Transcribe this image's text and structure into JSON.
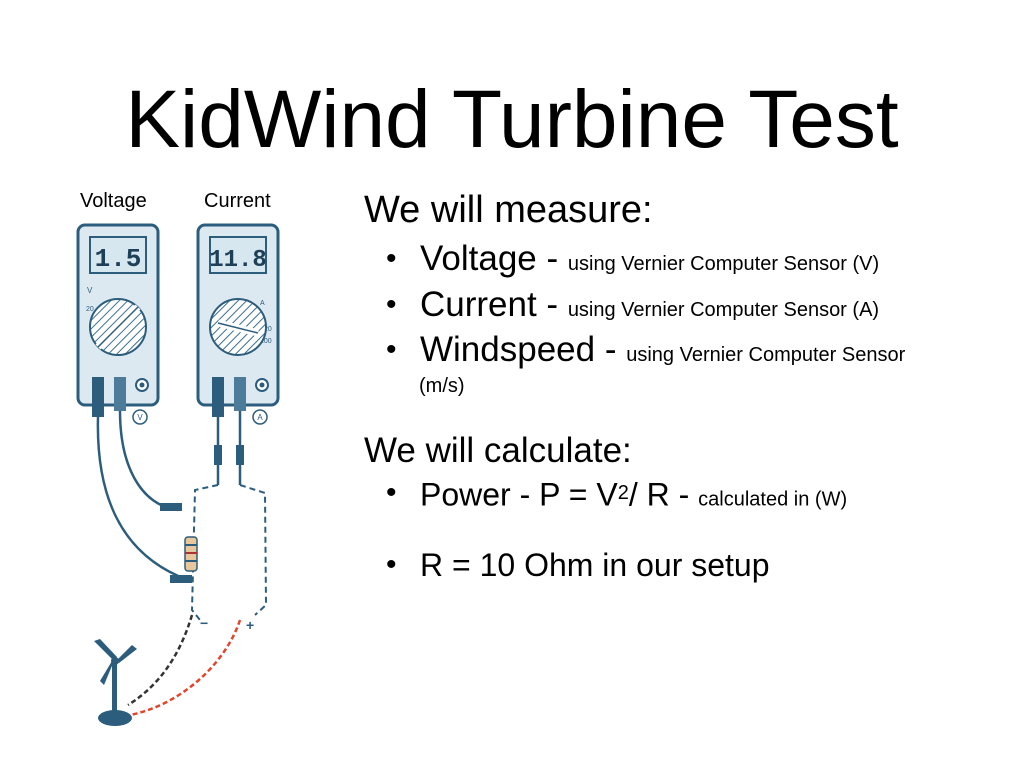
{
  "title": "KidWind Turbine Test",
  "labels": {
    "voltage": "Voltage",
    "current": "Current"
  },
  "meters": [
    {
      "display": "1.5",
      "jack": "V"
    },
    {
      "display": "11.8",
      "jack": "A"
    }
  ],
  "circuit": {
    "minus": "−",
    "plus": "+"
  },
  "measure": {
    "heading": "We will measure:",
    "items": [
      {
        "main": "Voltage - ",
        "detail": "using Vernier Computer Sensor (V)"
      },
      {
        "main": "Current - ",
        "detail": "using Vernier Computer Sensor (A)"
      },
      {
        "main": "Windspeed - ",
        "detail": "using Vernier Computer Sensor",
        "detail_cont": "(m/s)"
      }
    ]
  },
  "calculate": {
    "heading": "We will calculate:",
    "power": {
      "main": "Power - P = V",
      "sup": "2",
      "rest": "/ R - ",
      "detail": "calculated in (W)"
    },
    "resistor": "R = 10 Ohm in our setup"
  }
}
